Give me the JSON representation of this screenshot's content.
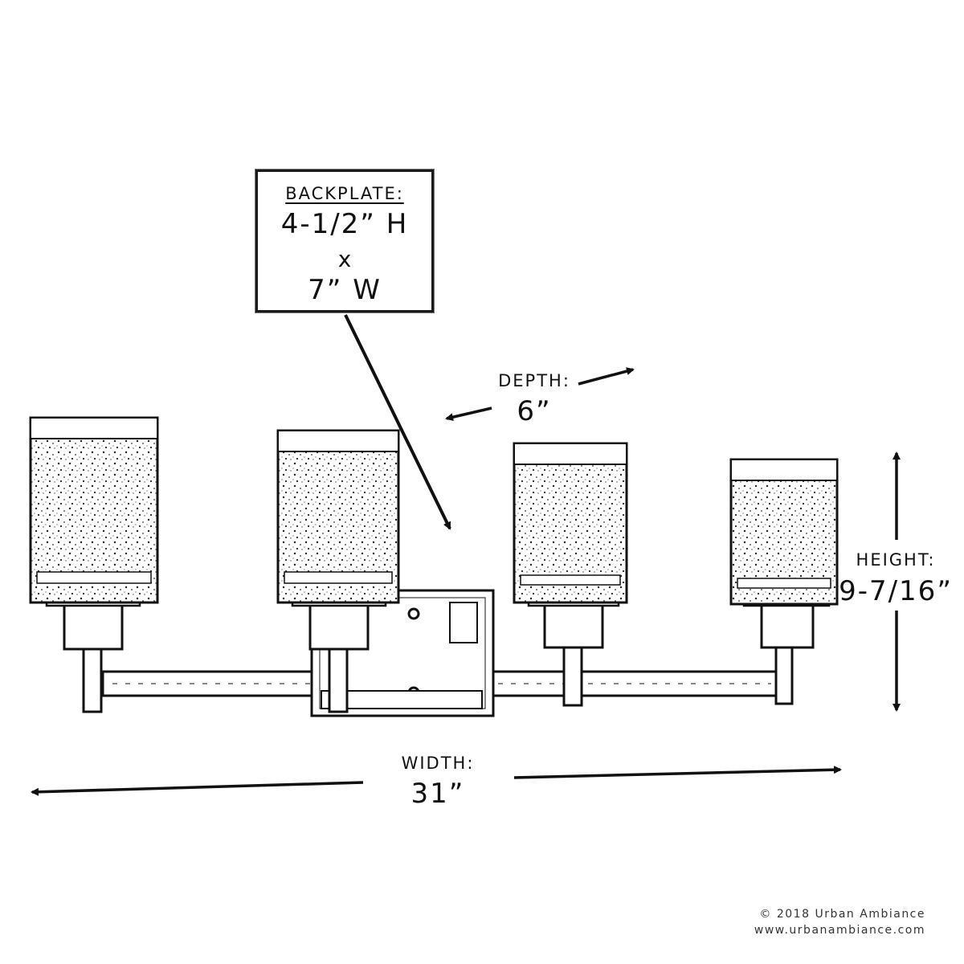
{
  "backplate": {
    "title": "BACKPLATE:",
    "line1": "4-1/2” H",
    "line2": "x",
    "line3": "7” W"
  },
  "depth": {
    "label": "DEPTH:",
    "value": "6”"
  },
  "height": {
    "label": "HEIGHT:",
    "value": "9-7/16”"
  },
  "width": {
    "label": "WIDTH:",
    "value": "31”"
  },
  "copyright": {
    "line1": "© 2018 Urban Ambiance",
    "line2": "www.urbanambiance.com"
  },
  "colors": {
    "ink": "#111111",
    "background": "#ffffff"
  }
}
